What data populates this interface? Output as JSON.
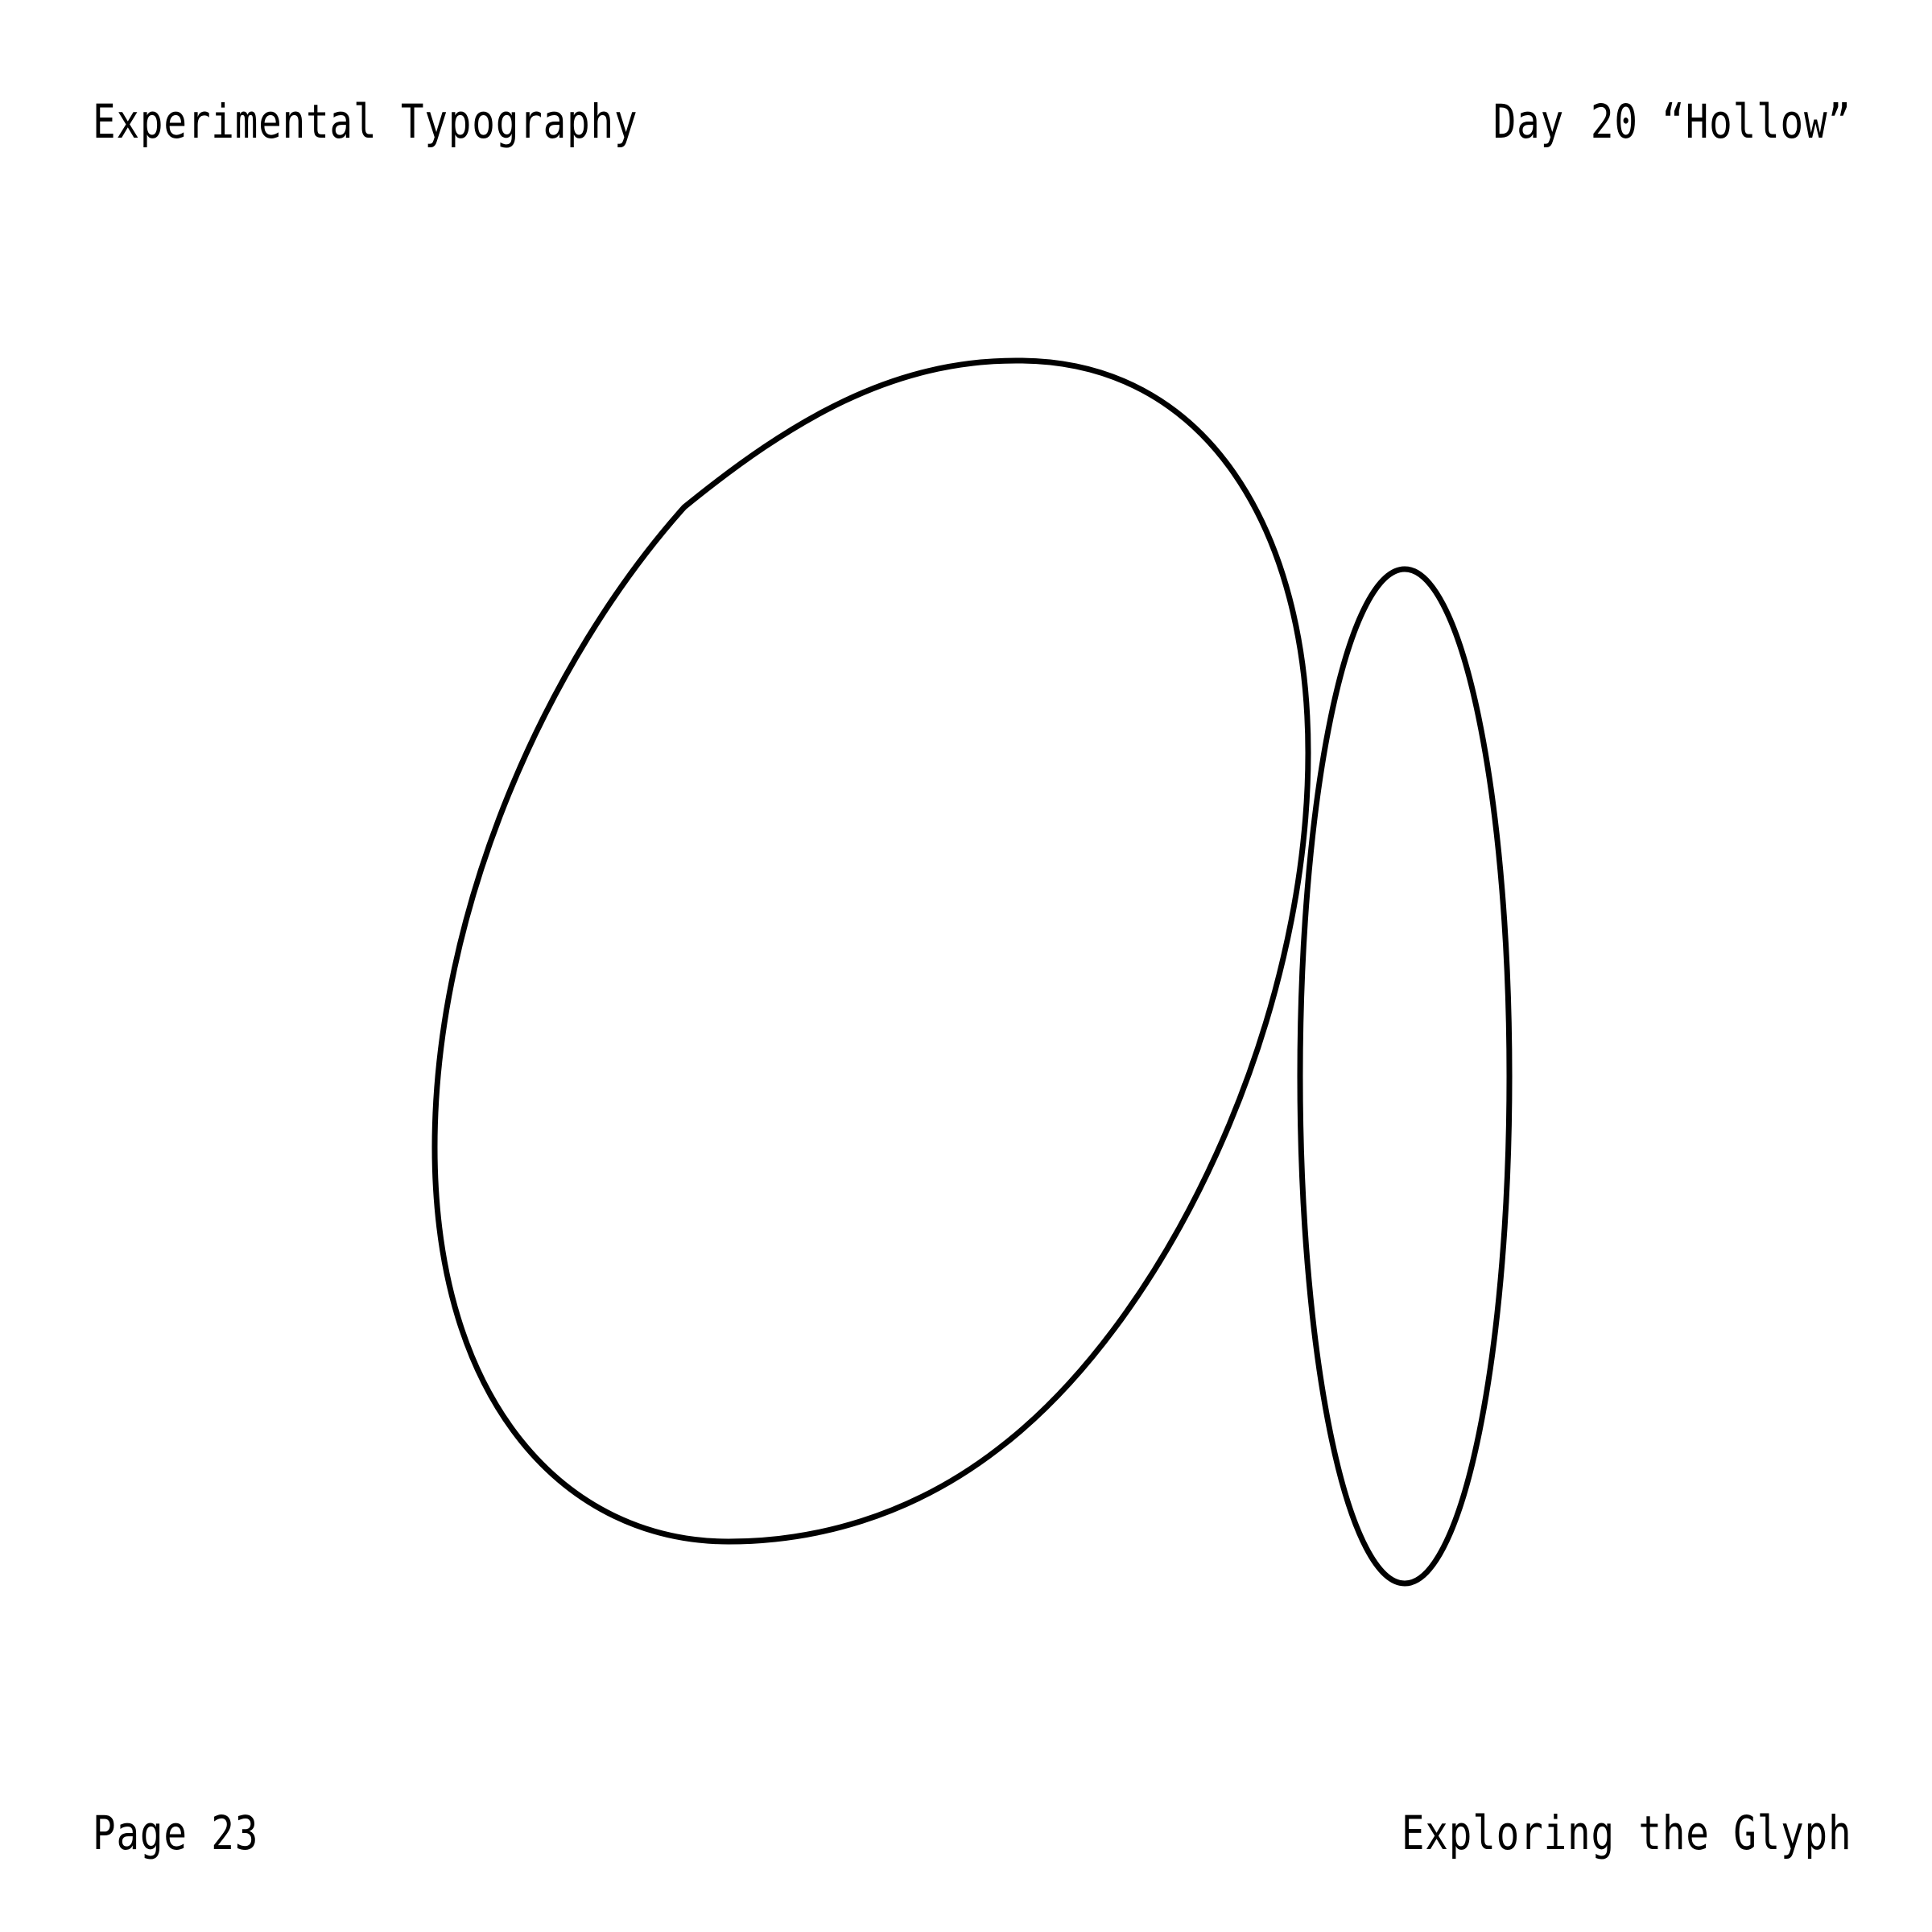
{
  "header": {
    "series_title": "Experimental Typography",
    "day_label": "Day",
    "day_number": "20",
    "glyph_name": "“Hollow”"
  },
  "footer": {
    "page_label": "Page 23",
    "subtitle": "Exploring the Glyph"
  },
  "artwork": {
    "stroke_color": "#000000",
    "background_color": "#ffffff"
  }
}
